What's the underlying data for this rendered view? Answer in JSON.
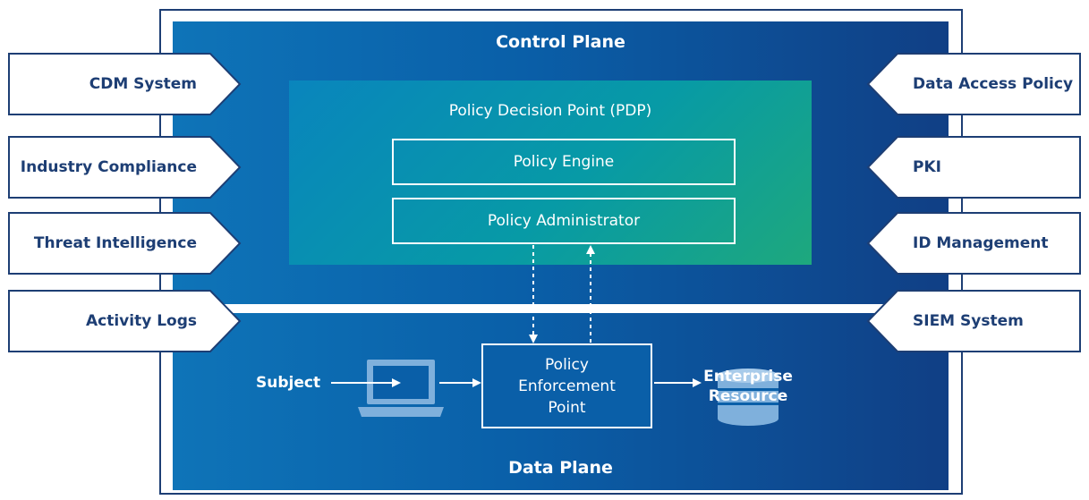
{
  "control_plane": {
    "title": "Control Plane"
  },
  "data_plane": {
    "title": "Data Plane"
  },
  "pdp": {
    "title": "Policy Decision Point (PDP)",
    "policy_engine": "Policy Engine",
    "policy_administrator": "Policy Administrator"
  },
  "pep": {
    "lines": [
      "Policy",
      "Enforcement",
      "Point"
    ]
  },
  "subject": "Subject",
  "enterprise_resource": {
    "lines": [
      "Enterprise",
      "Resource"
    ]
  },
  "left_inputs": [
    "CDM System",
    "Industry Compliance",
    "Threat Intelligence",
    "Activity Logs"
  ],
  "right_inputs": [
    "Data Access Policy",
    "PKI",
    "ID Management",
    "SIEM System"
  ],
  "colors": {
    "navy": "#1d3e74",
    "plane_blue": "#0a5fa8",
    "pdp_teal": "#079aa6",
    "pdp_green": "#1ea87d",
    "device": "#7fb0dc"
  }
}
